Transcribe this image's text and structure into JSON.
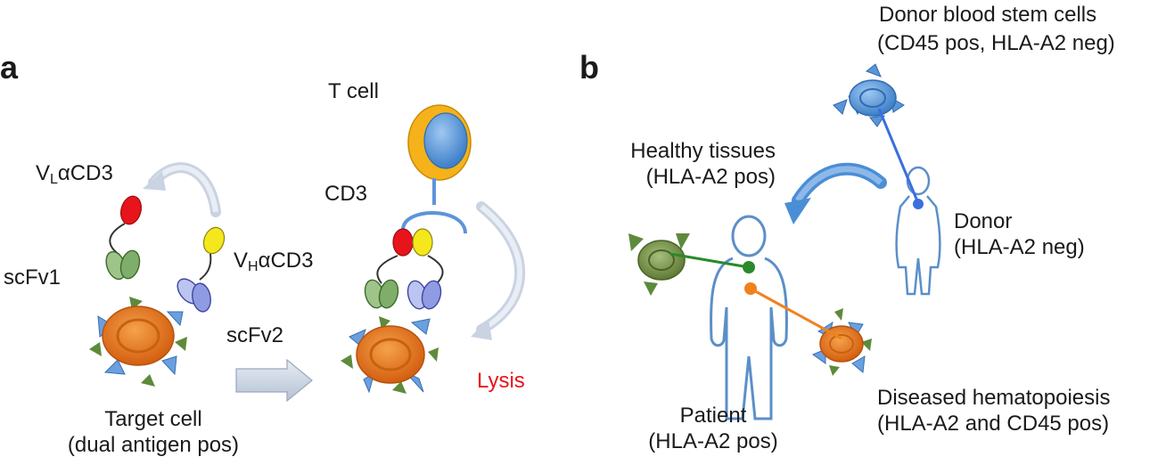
{
  "panel_a": {
    "letter": "a",
    "t_cell_label": "T cell",
    "cd3_label": "CD3",
    "vl_prefix": "V",
    "vl_sub": "L",
    "vl_suffix": "αCD3",
    "vh_prefix": "V",
    "vh_sub": "H",
    "vh_suffix": "αCD3",
    "scfv1_label": "scFv1",
    "scfv2_label": "scFv2",
    "lysis_label": "Lysis",
    "target_label_line1": "Target cell",
    "target_label_line2": "(dual antigen pos)",
    "colors": {
      "lysis_text": "#e8141b",
      "vl_domain": "#e8141b",
      "vh_domain": "#f4e81c",
      "scfv1_domain": "#6a9a4a",
      "scfv2_domain": "#6470c8",
      "target_cell": "#e0741a",
      "t_cell_ring": "#f5b21a",
      "t_cell_core": "#4a90d9",
      "receptor_blue": "#5b95d8",
      "antigen_green": "#5e8a3c",
      "arrow_gray": "#c5cfdd"
    }
  },
  "panel_b": {
    "letter": "b",
    "donor_cells_line1": "Donor blood stem cells",
    "donor_cells_line2": "(CD45 pos, HLA-A2 neg)",
    "healthy_line1": "Healthy tissues",
    "healthy_line2": "(HLA-A2 pos)",
    "donor_line1": "Donor",
    "donor_line2": "(HLA-A2 neg)",
    "diseased_line1": "Diseased hematopoiesis",
    "diseased_line2": "(HLA-A2 and CD45 pos)",
    "patient_line1": "Patient",
    "patient_line2": "(HLA-A2 pos)",
    "colors": {
      "donor_link": "#3a6ee0",
      "healthy_link": "#2a8a2a",
      "diseased_link": "#f0821e",
      "body_outline": "#5b8fc8",
      "donor_cell": "#4a8ed6",
      "healthy_cell": "#6a8a3a",
      "diseased_cell": "#e0741a"
    }
  }
}
